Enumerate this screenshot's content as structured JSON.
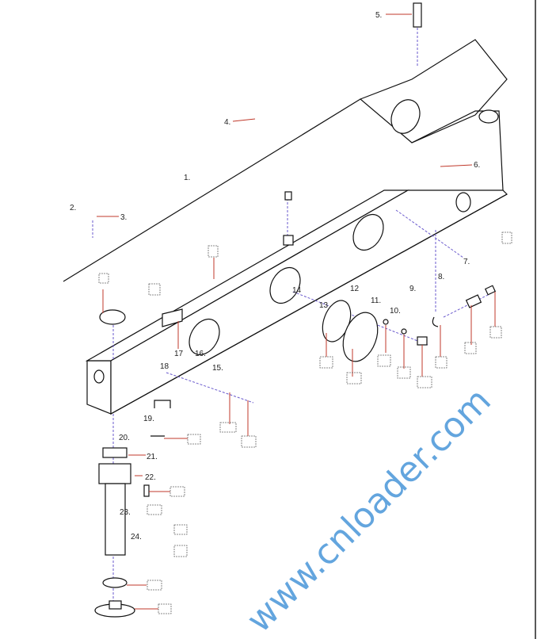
{
  "diagram": {
    "title": "Exploded parts diagram of loader boom assembly",
    "watermark": "www.cnloader.com",
    "part_labels": {
      "p1": "1.",
      "p2": "2.",
      "p3": "3.",
      "p4": "4.",
      "p5": "5.",
      "p6": "6.",
      "p7": "7.",
      "p8": "8.",
      "p9": "9.",
      "p10": "10.",
      "p11": "11.",
      "p12": "12",
      "p13": "13",
      "p14": "14",
      "p15": "15.",
      "p16": "16.",
      "p17": "17",
      "p18": "18",
      "p19": "19.",
      "p20": "20.",
      "p21": "21.",
      "p22": "22.",
      "p23": "23.",
      "p24": "24."
    },
    "colors": {
      "leader": "#c0392b",
      "axis": "#6a5acd",
      "watermark": "#3d8fd6"
    }
  }
}
